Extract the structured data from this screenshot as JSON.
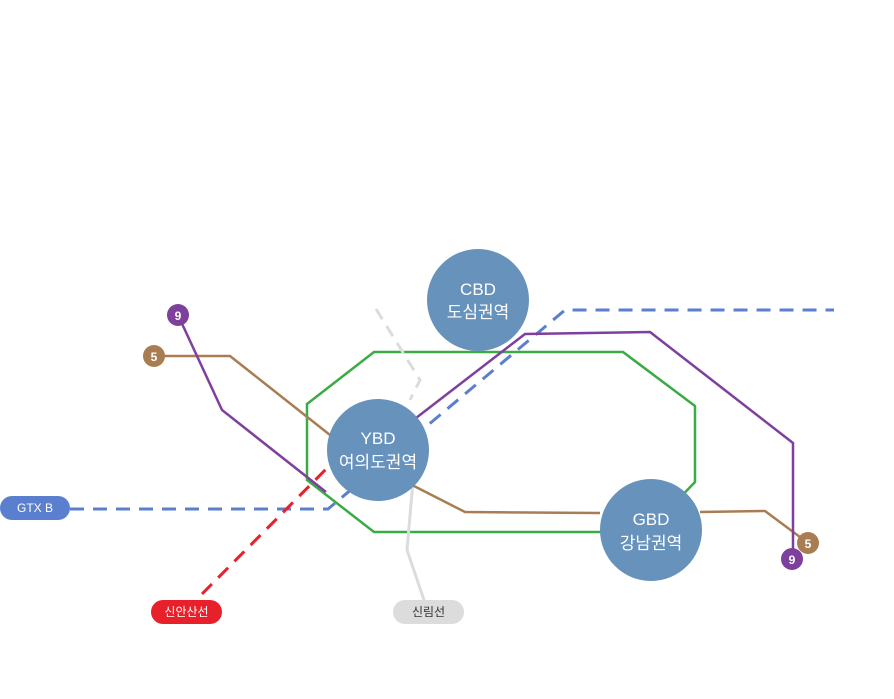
{
  "colors": {
    "hub": "#6692bb",
    "green_loop": "#3aab45",
    "line5": "#a97d52",
    "line9": "#7f3f9c",
    "gtx_b": "#5b7fcf",
    "sinansan": "#e8202a",
    "sillim": "#dcdcdc",
    "sillim_text": "#333333"
  },
  "hubs": {
    "cbd": {
      "title": "CBD",
      "subtitle": "도심권역"
    },
    "ybd": {
      "title": "YBD",
      "subtitle": "여의도권역"
    },
    "gbd": {
      "title": "GBD",
      "subtitle": "강남권역"
    }
  },
  "lines": {
    "line5": {
      "badge": "5"
    },
    "line9": {
      "badge": "9"
    },
    "gtx_b": {
      "label": "GTX B"
    },
    "sinansan": {
      "label": "신안산선"
    },
    "sillim": {
      "label": "신림선"
    }
  }
}
